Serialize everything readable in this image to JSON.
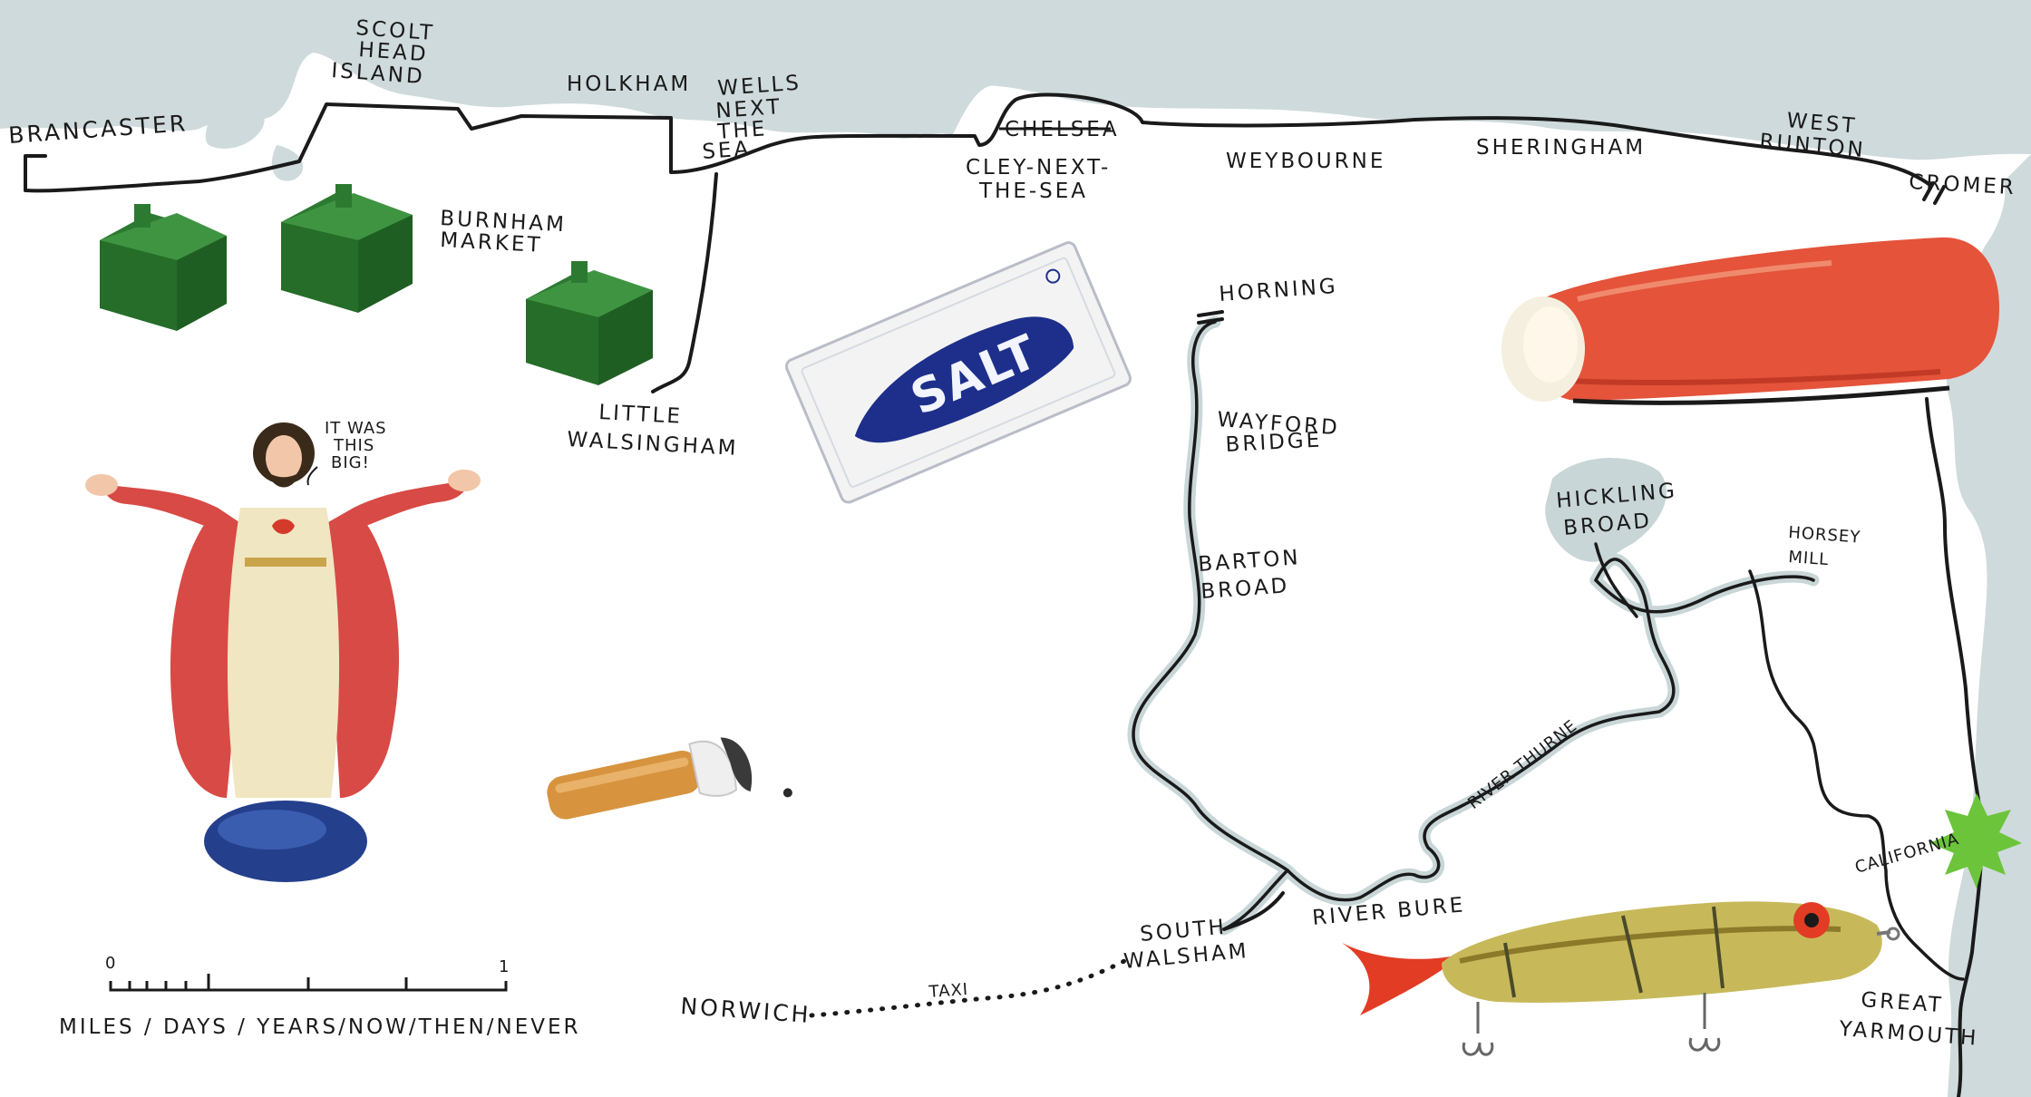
{
  "colors": {
    "sea": "#cfdadc",
    "land": "#ffffff",
    "ink": "#1a1a1a",
    "house_green": "#2f7a32",
    "salt_blue": "#1d2f8a",
    "crab_red": "#e4533a",
    "starburst_green": "#6cc43a"
  },
  "places": {
    "brancaster": "BRANCASTER",
    "scolt_1": "SCOLT",
    "scolt_2": "HEAD",
    "scolt_3": "ISLAND",
    "holkham": "HOLKHAM",
    "wells_1": "WELLS",
    "wells_2": "NEXT",
    "wells_3": "THE",
    "wells_4": "SEA",
    "chelsea": "CHELSEA",
    "cley_1": "CLEY-NEXT-",
    "cley_2": "THE-SEA",
    "weybourne": "WEYBOURNE",
    "sheringham": "SHERINGHAM",
    "west_runton_1": "WEST",
    "west_runton_2": "RUNTON",
    "cromer": "CROMER",
    "burnham_1": "BURNHAM",
    "burnham_2": "MARKET",
    "little_walsingham_1": "LITTLE",
    "little_walsingham_2": "WALSINGHAM",
    "horning": "HORNING",
    "wayford_1": "WAYFORD",
    "wayford_2": "BRIDGE",
    "barton_1": "BARTON",
    "barton_2": "BROAD",
    "hickling_1": "HICKLING",
    "hickling_2": "BROAD",
    "horsey_1": "HORSEY",
    "horsey_2": "MILL",
    "river_thurne": "RIVER THURNE",
    "river_bure": "RIVER BURE",
    "california": "CALIFORNIA",
    "south_walsham_1": "SOUTH",
    "south_walsham_2": "WALSHAM",
    "norwich": "NORWICH",
    "taxi": "TAXI",
    "great_yarmouth_1": "GREAT",
    "great_yarmouth_2": "YARMOUTH"
  },
  "speech": {
    "line1": "IT WAS",
    "line2": "THIS",
    "line3": "BIG!"
  },
  "salt_label": "SALT",
  "scale": {
    "start": "0",
    "end": "1",
    "units": "MILES / DAYS / YEARS/NOW/THEN/NEVER"
  }
}
